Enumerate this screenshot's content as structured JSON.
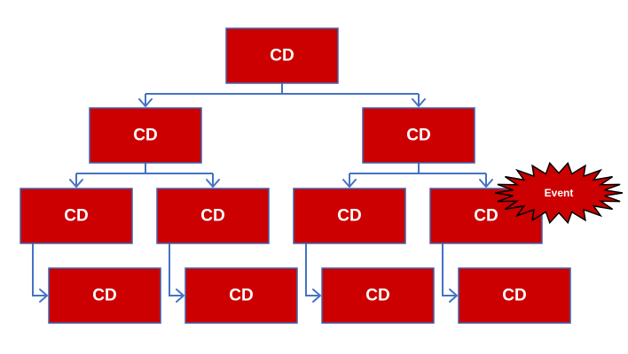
{
  "diagram": {
    "nodes": [
      {
        "id": "root",
        "label": "CD"
      },
      {
        "id": "l1-left",
        "label": "CD"
      },
      {
        "id": "l1-right",
        "label": "CD"
      },
      {
        "id": "l2-a",
        "label": "CD"
      },
      {
        "id": "l2-b",
        "label": "CD"
      },
      {
        "id": "l2-c",
        "label": "CD"
      },
      {
        "id": "l2-d",
        "label": "CD"
      },
      {
        "id": "l3-a",
        "label": "CD"
      },
      {
        "id": "l3-b",
        "label": "CD"
      },
      {
        "id": "l3-c",
        "label": "CD"
      },
      {
        "id": "l3-d",
        "label": "CD"
      }
    ],
    "edges": [
      {
        "from": "root",
        "to": "l1-left"
      },
      {
        "from": "root",
        "to": "l1-right"
      },
      {
        "from": "l1-left",
        "to": "l2-a"
      },
      {
        "from": "l1-left",
        "to": "l2-b"
      },
      {
        "from": "l1-right",
        "to": "l2-c"
      },
      {
        "from": "l1-right",
        "to": "l2-d"
      },
      {
        "from": "l2-a",
        "to": "l3-a"
      },
      {
        "from": "l2-b",
        "to": "l3-b"
      },
      {
        "from": "l2-c",
        "to": "l3-c"
      },
      {
        "from": "l2-d",
        "to": "l3-d"
      }
    ],
    "event_burst": {
      "label": "Event",
      "attached_to": "l2-d"
    },
    "colors": {
      "box_fill": "#cc0000",
      "box_border": "#3e64b0",
      "connector": "#4472c4",
      "label_text": "#ffffff",
      "burst_fill": "#cc0000",
      "burst_border": "#000000"
    }
  }
}
